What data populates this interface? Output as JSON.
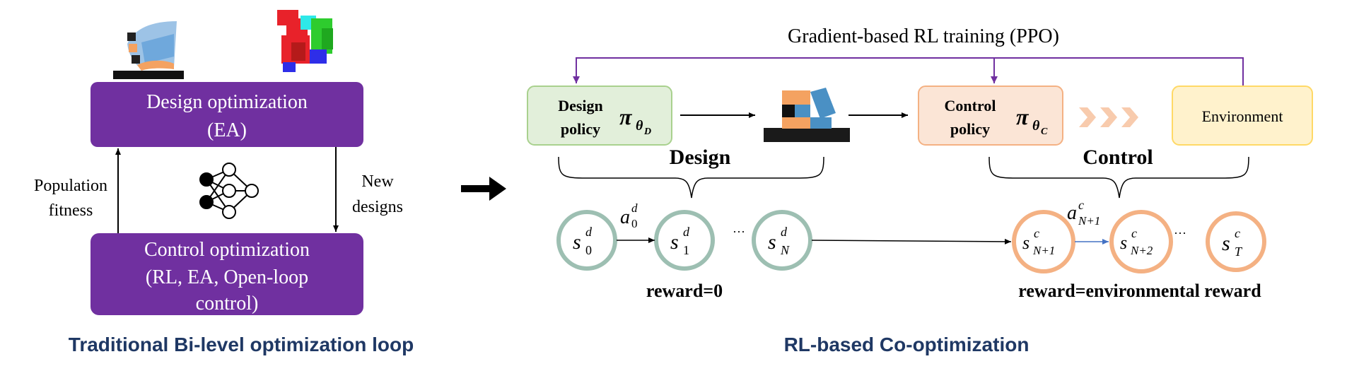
{
  "left_panel": {
    "design_box": {
      "line1": "Design optimization",
      "line2": "(EA)"
    },
    "control_box": {
      "line1": "Control optimization",
      "line2": "(RL, EA, Open-loop",
      "line3": "control)"
    },
    "population_fitness": {
      "line1": "Population",
      "line2": "fitness"
    },
    "new_designs": {
      "line1": "New",
      "line2": "designs"
    },
    "caption": "Traditional Bi-level optimization loop"
  },
  "right_panel": {
    "top_label": "Gradient-based RL training (PPO)",
    "design_policy": {
      "line1": "Design",
      "line2": "policy",
      "symbol": "π",
      "sub": "θ",
      "subsub": "D"
    },
    "control_policy": {
      "line1": "Control",
      "line2": "policy",
      "symbol": "π",
      "sub": "θ",
      "subsub": "C"
    },
    "environment": "Environment",
    "design_brace_label": "Design",
    "control_brace_label": "Control",
    "states": {
      "s0d": {
        "base": "s",
        "sup": "d",
        "sub": "0"
      },
      "s1d": {
        "base": "s",
        "sup": "d",
        "sub": "1"
      },
      "sNd": {
        "base": "s",
        "sup": "d",
        "sub": "N"
      },
      "sN1c": {
        "base": "s",
        "sup": "c",
        "sub": "N+1"
      },
      "sN2c": {
        "base": "s",
        "sup": "c",
        "sub": "N+2"
      },
      "sTc": {
        "base": "s",
        "sup": "c",
        "sub": "T"
      }
    },
    "actions": {
      "a0d": {
        "base": "a",
        "sup": "d",
        "sub": "0"
      },
      "aN1c": {
        "base": "a",
        "sup": "c",
        "sub": "N+1"
      }
    },
    "ellipsis": "···",
    "reward_design": "reward=0",
    "reward_control": "reward=environmental reward",
    "caption": "RL-based Co-optimization"
  },
  "colors": {
    "purple_box": "#7030a0",
    "purple_line": "#7030a0",
    "design_policy_fill": "#e2efda",
    "design_policy_stroke": "#a9d18e",
    "control_policy_fill": "#fbe5d6",
    "control_policy_stroke": "#f4b183",
    "environment_fill": "#fff2cc",
    "environment_stroke": "#ffd966",
    "design_state_stroke": "#9dbfb2",
    "control_state_stroke": "#f4b183",
    "caption": "#1f3864",
    "chevron": "#f8cbad"
  }
}
